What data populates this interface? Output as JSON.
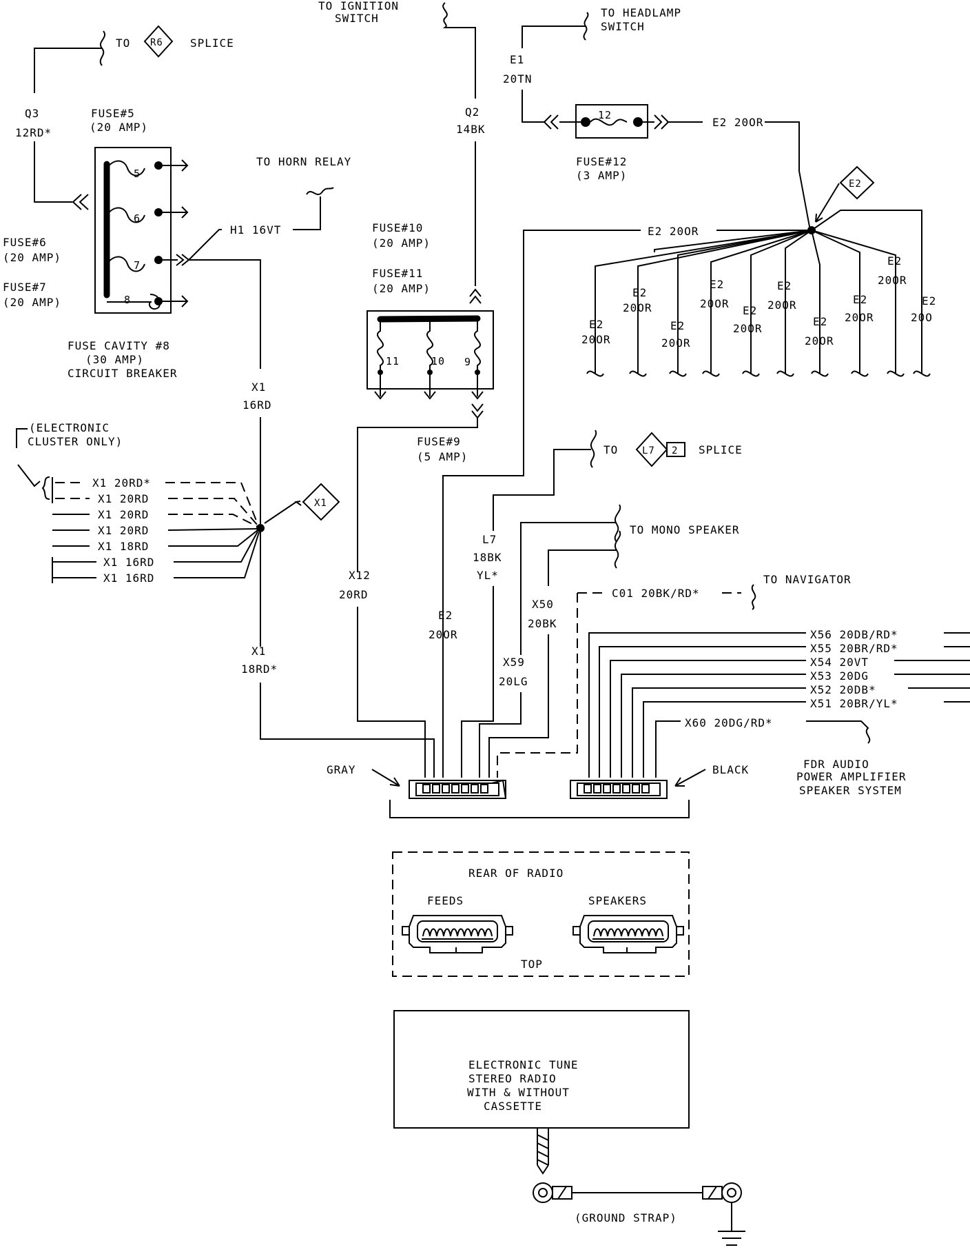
{
  "top": {
    "r6_splice": {
      "to": "TO",
      "id": "R6",
      "suffix": "SPLICE"
    },
    "ignition": {
      "line1": "TO IGNITION",
      "line2": "SWITCH"
    },
    "headlamp": {
      "line1": "TO HEADLAMP",
      "line2": "SWITCH"
    },
    "horn_relay": "TO HORN RELAY"
  },
  "fuse_block": {
    "fuse5": {
      "name": "FUSE#5",
      "rating": "(20 AMP)"
    },
    "fuse6": {
      "name": "FUSE#6",
      "rating": "(20 AMP)"
    },
    "fuse7": {
      "name": "FUSE#7",
      "rating": "(20 AMP)"
    },
    "fuse_numbers": [
      "5",
      "6",
      "7",
      "8"
    ],
    "cavity": {
      "line1": "FUSE CAVITY #8",
      "line2": "(30 AMP)",
      "line3": "CIRCUIT BREAKER"
    }
  },
  "fuse10_11_9": {
    "fuse10": {
      "name": "FUSE#10",
      "rating": "(20 AMP)"
    },
    "fuse11": {
      "name": "FUSE#11",
      "rating": "(20 AMP)"
    },
    "fuse9": {
      "name": "FUSE#9",
      "rating": "(5 AMP)"
    },
    "numbers": [
      "11",
      "10",
      "9"
    ]
  },
  "fuse12": {
    "number": "12",
    "name": "FUSE#12",
    "rating": "(3 AMP)"
  },
  "wires": {
    "q3": {
      "code": "Q3",
      "gauge": "12RD*"
    },
    "q2": {
      "code": "Q2",
      "gauge": "14BK"
    },
    "e1": {
      "code": "E1",
      "gauge": "20TN"
    },
    "e2_top": "E2 20OR",
    "e2_mid": "E2 20OR",
    "h1": "H1 16VT",
    "x1_upper": {
      "code": "X1",
      "gauge": "16RD"
    },
    "x1_lower": {
      "code": "X1",
      "gauge": "18RD*"
    },
    "x12": {
      "code": "X12",
      "gauge": "20RD"
    },
    "e2_radio": {
      "code": "E2",
      "gauge": "20OR"
    },
    "l7": {
      "code": "L7",
      "gauge": "18BK",
      "tracer": "YL*"
    },
    "x59": {
      "code": "X59",
      "gauge": "20LG"
    },
    "x50": {
      "code": "X50",
      "gauge": "20BK"
    },
    "c01": "C01 20BK/RD*",
    "x60": "X60 20DG/RD*"
  },
  "e2_splice": {
    "id": "E2",
    "branch_code": "E2",
    "branch_gauge": "20OR",
    "branch_gauge_clipped": "20O"
  },
  "x1_splice": {
    "id": "X1"
  },
  "cluster": {
    "note_line1": "(ELECTRONIC",
    "note_line2": "CLUSTER ONLY)",
    "wires": [
      "X1 20RD*",
      "X1 20RD",
      "X1 20RD",
      "X1 20RD",
      "X1 18RD",
      "X1 16RD"
    ]
  },
  "l7_splice": {
    "to": "TO",
    "id": "L7",
    "num": "2",
    "suffix": "SPLICE"
  },
  "mono_speaker": "TO MONO SPEAKER",
  "navigator": "TO NAVIGATOR",
  "speaker_wires": [
    "X56 20DB/RD*",
    "X55 20BR/RD*",
    "X54 20VT",
    "X53 20DG",
    "X52 20DB*",
    "X51 20BR/YL*"
  ],
  "fdr_audio": {
    "line1": "FDR AUDIO",
    "line2": "POWER AMPLIFIER",
    "line3": "SPEAKER SYSTEM"
  },
  "connectors": {
    "gray": "GRAY",
    "black": "BLACK"
  },
  "rear_radio": {
    "title": "REAR OF RADIO",
    "feeds": "FEEDS",
    "speakers": "SPEAKERS",
    "top": "TOP"
  },
  "radio": {
    "line1": "ELECTRONIC TUNE",
    "line2": "STEREO RADIO",
    "line3": "WITH & WITHOUT",
    "line4": "CASSETTE"
  },
  "ground_strap": "(GROUND STRAP)"
}
